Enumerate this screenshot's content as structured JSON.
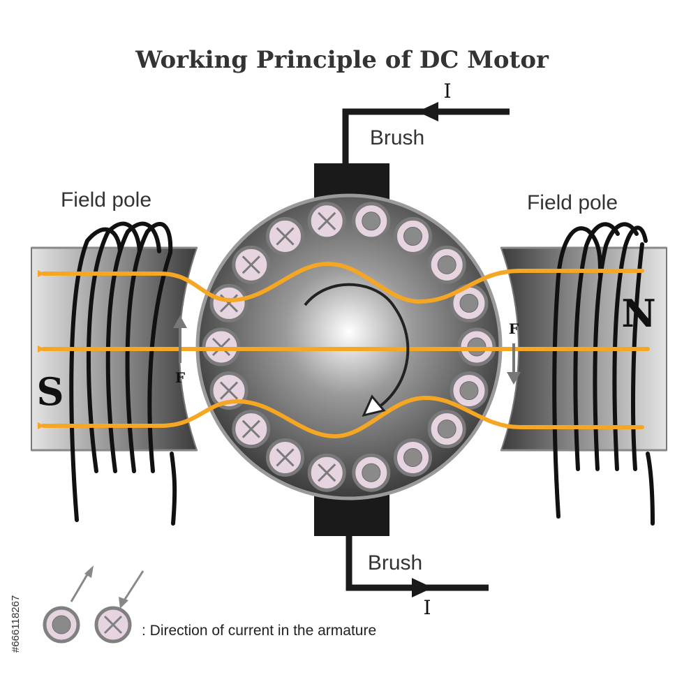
{
  "title": "Working Principle of DC Motor",
  "labels": {
    "brush_top": "Brush",
    "brush_bottom": "Brush",
    "field_pole_left": "Field pole",
    "field_pole_right": "Field pole",
    "pole_south": "S",
    "pole_north": "N",
    "force_left": "F",
    "force_right": "F",
    "current_top": "I",
    "current_bottom": "I"
  },
  "legend": {
    "text": ": Direction of current in the armature"
  },
  "watermark_id": "#666118267",
  "colors": {
    "flux_line": "#f5a623",
    "conductor_fill": "#e6d5e0",
    "pole_dark": "#555555",
    "winding": "#111111"
  }
}
